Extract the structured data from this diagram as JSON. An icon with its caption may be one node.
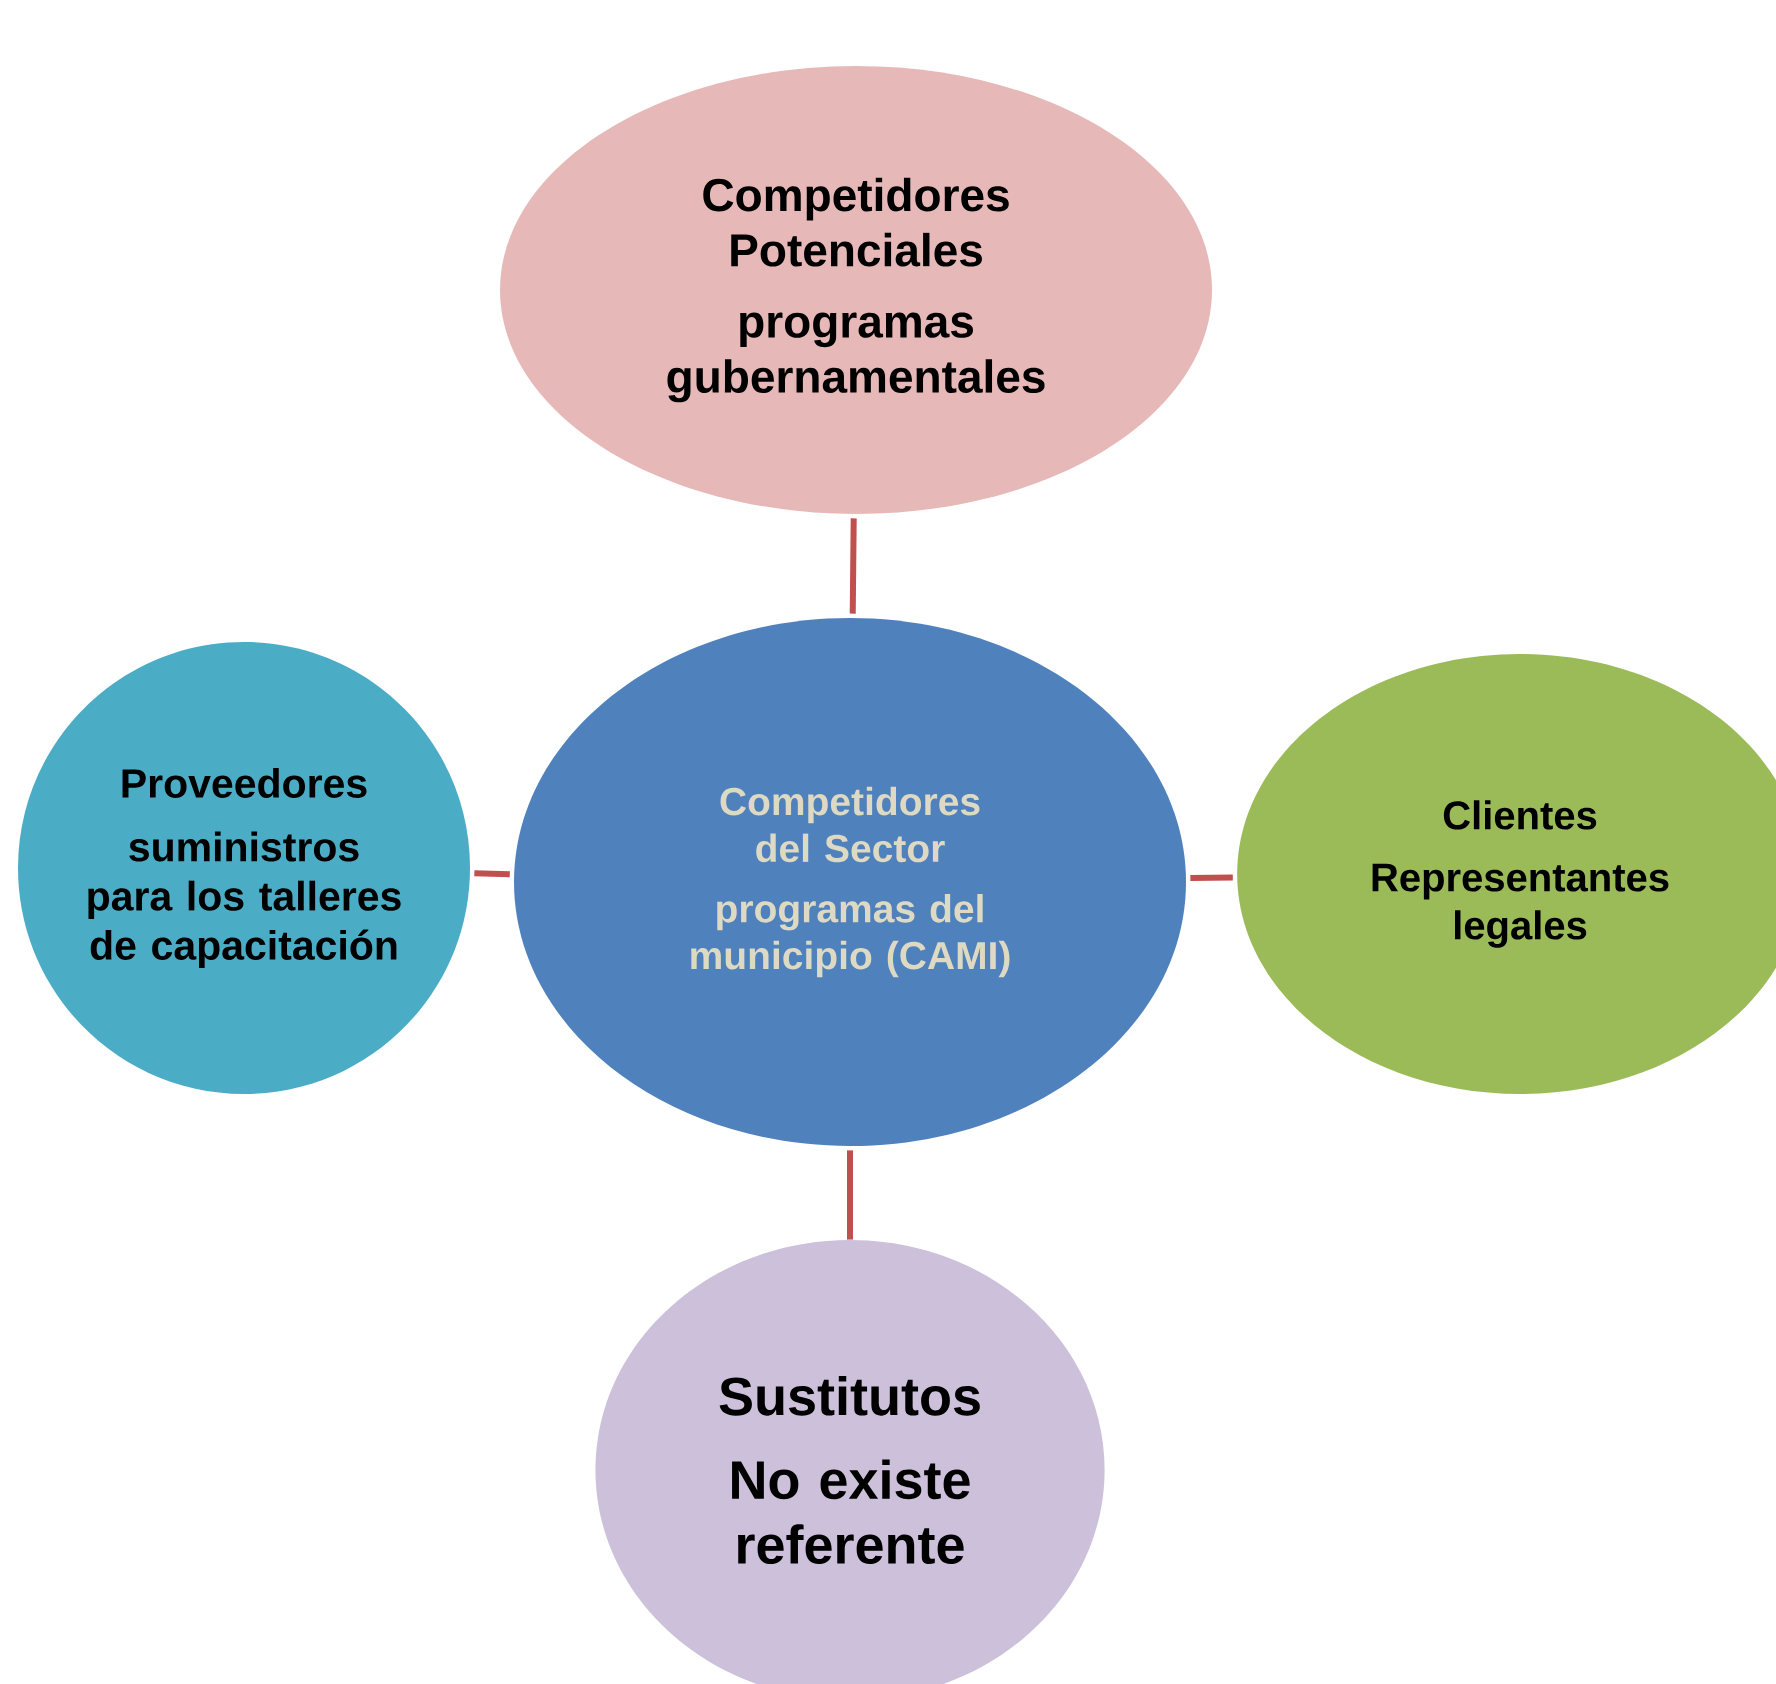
{
  "diagram": {
    "nodes": [
      {
        "text": [
          "Competidores Potenciales",
          "programas gubernamentales"
        ]
      },
      {
        "text": [
          "Competidores del Sector",
          "programas del municipio (CAMI)"
        ]
      },
      {
        "text": [
          "Proveedores",
          "suministros para los talleres de capacitación"
        ]
      },
      {
        "text": [
          "Clientes",
          "Representantes legales"
        ]
      },
      {
        "text": [
          "Sustitutos",
          "No existe referente"
        ]
      }
    ],
    "edges": [
      {
        "from": 1,
        "to": 0,
        "arrow": "none"
      },
      {
        "from": 1,
        "to": 2,
        "arrow": "none"
      },
      {
        "from": 1,
        "to": 3,
        "arrow": "none"
      },
      {
        "from": 1,
        "to": 4,
        "arrow": "none"
      }
    ]
  }
}
